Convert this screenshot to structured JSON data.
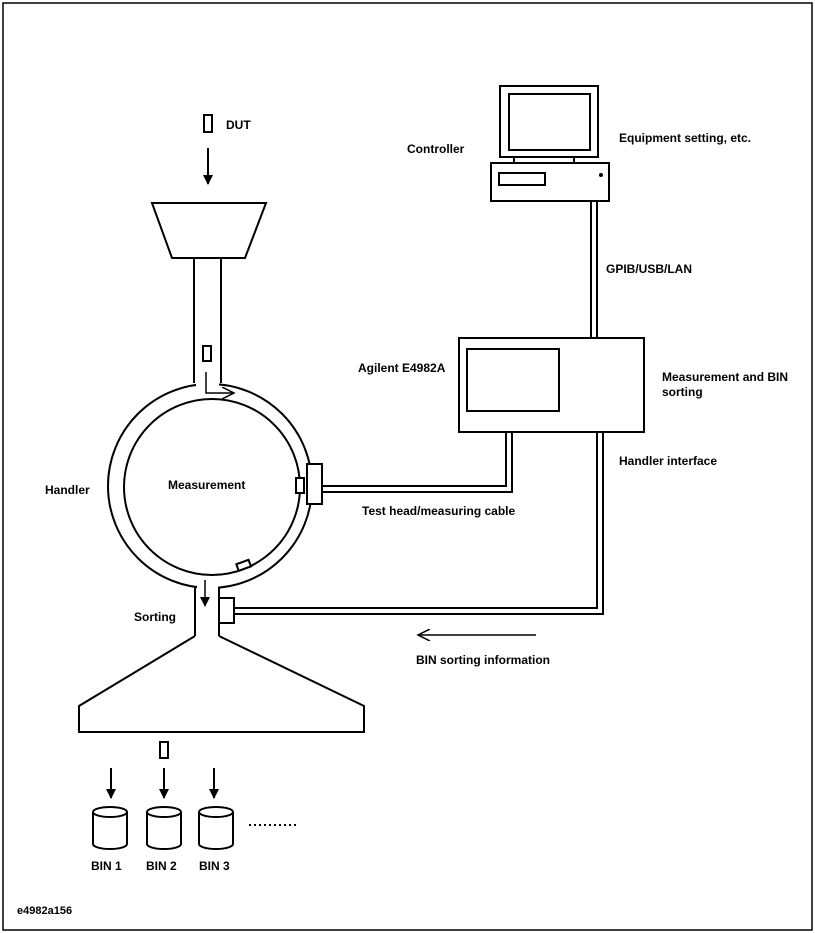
{
  "figure_id": "e4982a156",
  "labels": {
    "dut": "DUT",
    "controller": "Controller",
    "equipment_setting": "Equipment setting, etc.",
    "gpib": "GPIB/USB/LAN",
    "agilent": "Agilent E4982A",
    "meas_bin_line1": "Measurement and BIN",
    "meas_bin_line2": "sorting",
    "handler_interface": "Handler interface",
    "handler": "Handler",
    "measurement": "Measurement",
    "test_head": "Test head/measuring cable",
    "sorting": "Sorting",
    "bin_sorting_info": "BIN sorting information",
    "bin1": "BIN 1",
    "bin2": "BIN 2",
    "bin3": "BIN 3"
  }
}
